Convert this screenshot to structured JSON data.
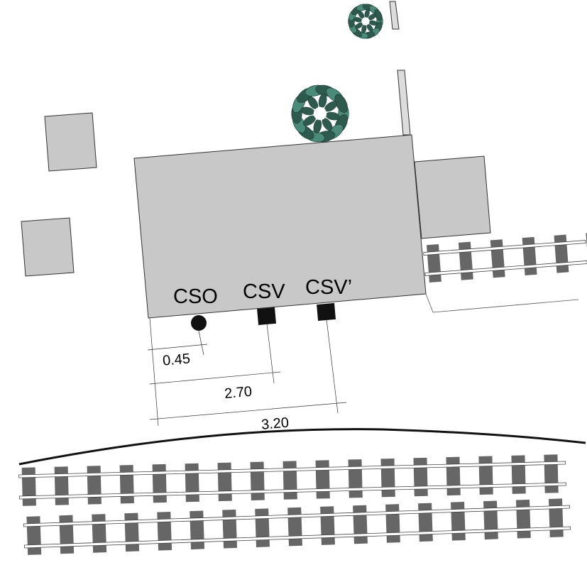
{
  "labels": {
    "cso": "CSO",
    "csv": "CSV",
    "csv_prime": "CSV’"
  },
  "dimensions": {
    "cso": "0.45",
    "csv": "2.70",
    "csv_prime": "3.20"
  },
  "colors": {
    "building_fill": "#c8c8c8",
    "outline": "#1a1a1a",
    "sleeper": "#666666",
    "tree_dark": "#2e5a4e",
    "tree_light": "#4a8a78",
    "marker": "#111111"
  },
  "icons": {
    "tree": "tree-icon",
    "marker_round": "cso-marker-icon",
    "marker_square": "csv-marker-icon"
  }
}
